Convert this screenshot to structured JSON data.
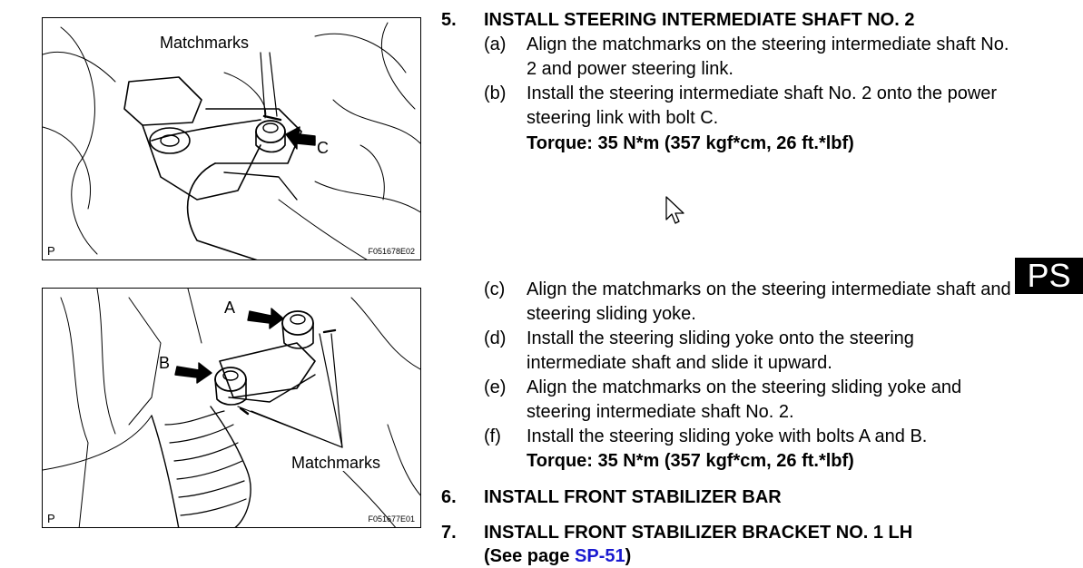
{
  "figures": [
    {
      "callouts": [
        "Matchmarks",
        "C"
      ],
      "corner": "P",
      "id": "F051678E02"
    },
    {
      "callouts": [
        "A",
        "B",
        "Matchmarks"
      ],
      "corner": "P",
      "id": "F051677E01"
    }
  ],
  "steps": [
    {
      "num": "5.",
      "title": "INSTALL STEERING INTERMEDIATE SHAFT NO. 2"
    },
    {
      "num": "6.",
      "title": "INSTALL FRONT STABILIZER BAR"
    },
    {
      "num": "7.",
      "title": "INSTALL FRONT STABILIZER BRACKET NO. 1 LH"
    }
  ],
  "substeps": [
    {
      "label": "(a)",
      "text": "Align the matchmarks on the steering intermediate shaft No. 2 and power steering link."
    },
    {
      "label": "(b)",
      "text": "Install the steering intermediate shaft No. 2 onto the power steering link with bolt C."
    },
    {
      "label": "(c)",
      "text": "Align the matchmarks on the steering intermediate shaft and steering sliding yoke."
    },
    {
      "label": "(d)",
      "text": "Install the steering sliding yoke onto the steering intermediate shaft and slide it upward."
    },
    {
      "label": "(e)",
      "text": "Align the matchmarks on the steering sliding yoke and steering intermediate shaft No. 2."
    },
    {
      "label": "(f)",
      "text": "Install the steering sliding yoke with bolts A and B."
    }
  ],
  "torque": [
    "Torque: 35 N*m (357 kgf*cm, 26 ft.*lbf)",
    "Torque: 35 N*m (357 kgf*cm, 26 ft.*lbf)"
  ],
  "see_page": {
    "prefix": "(See page ",
    "link": "SP-51",
    "suffix": ")"
  },
  "section_tab": "PS",
  "icons": {
    "cursor": "mouse-pointer-icon"
  }
}
